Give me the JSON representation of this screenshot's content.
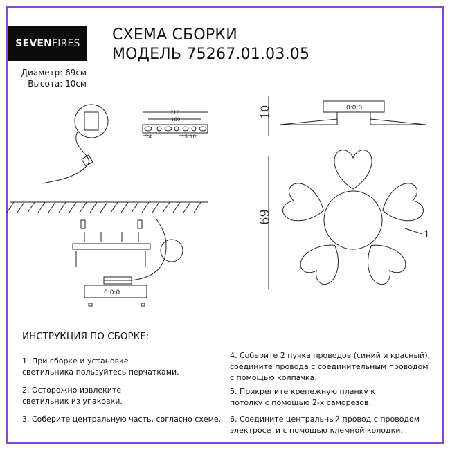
{
  "brand": {
    "logo_bold": "SEVEN",
    "logo_light": "FIRES"
  },
  "specs": {
    "diameter": "Диаметр: 69см",
    "height": "Высота: 10см"
  },
  "header": {
    "title_line1": "СХЕМА СБОРКИ",
    "title_line2": "МОДЕЛЬ 75267.01.03.05"
  },
  "drawing": {
    "plate_dims": {
      "total": "210",
      "inner": "180",
      "edge": "24",
      "gap1": "15",
      "gap2": "10"
    },
    "side_height": "10",
    "diameter": "69",
    "part_label": "1"
  },
  "instructions": {
    "heading": "ИНСТРУКЦИЯ ПО СБОРКЕ:",
    "steps": [
      {
        "line1": "1. При сборке и установке",
        "line2": "светильника пользуйтесь перчатками."
      },
      {
        "line1": "2. Осторожно извлеките",
        "line2": "светильник из упаковки."
      },
      {
        "line1": "3. Соберите центральную часть, согласно схеме."
      },
      {
        "line1": "4. Соберите 2 пучка проводов (синий и красный),",
        "line2": "соедините провода с соединительным проводом",
        "line3": "с помощью колпачка."
      },
      {
        "line1": "5. Прикрепите крепежную планку к",
        "line2": "потолку с помощью 2-х саморезов."
      },
      {
        "line1": "6. Соедините центральный провод с проводом",
        "line2": "электросети с помощью клемной колодки."
      }
    ]
  },
  "colors": {
    "frame": "#8b45d6"
  }
}
